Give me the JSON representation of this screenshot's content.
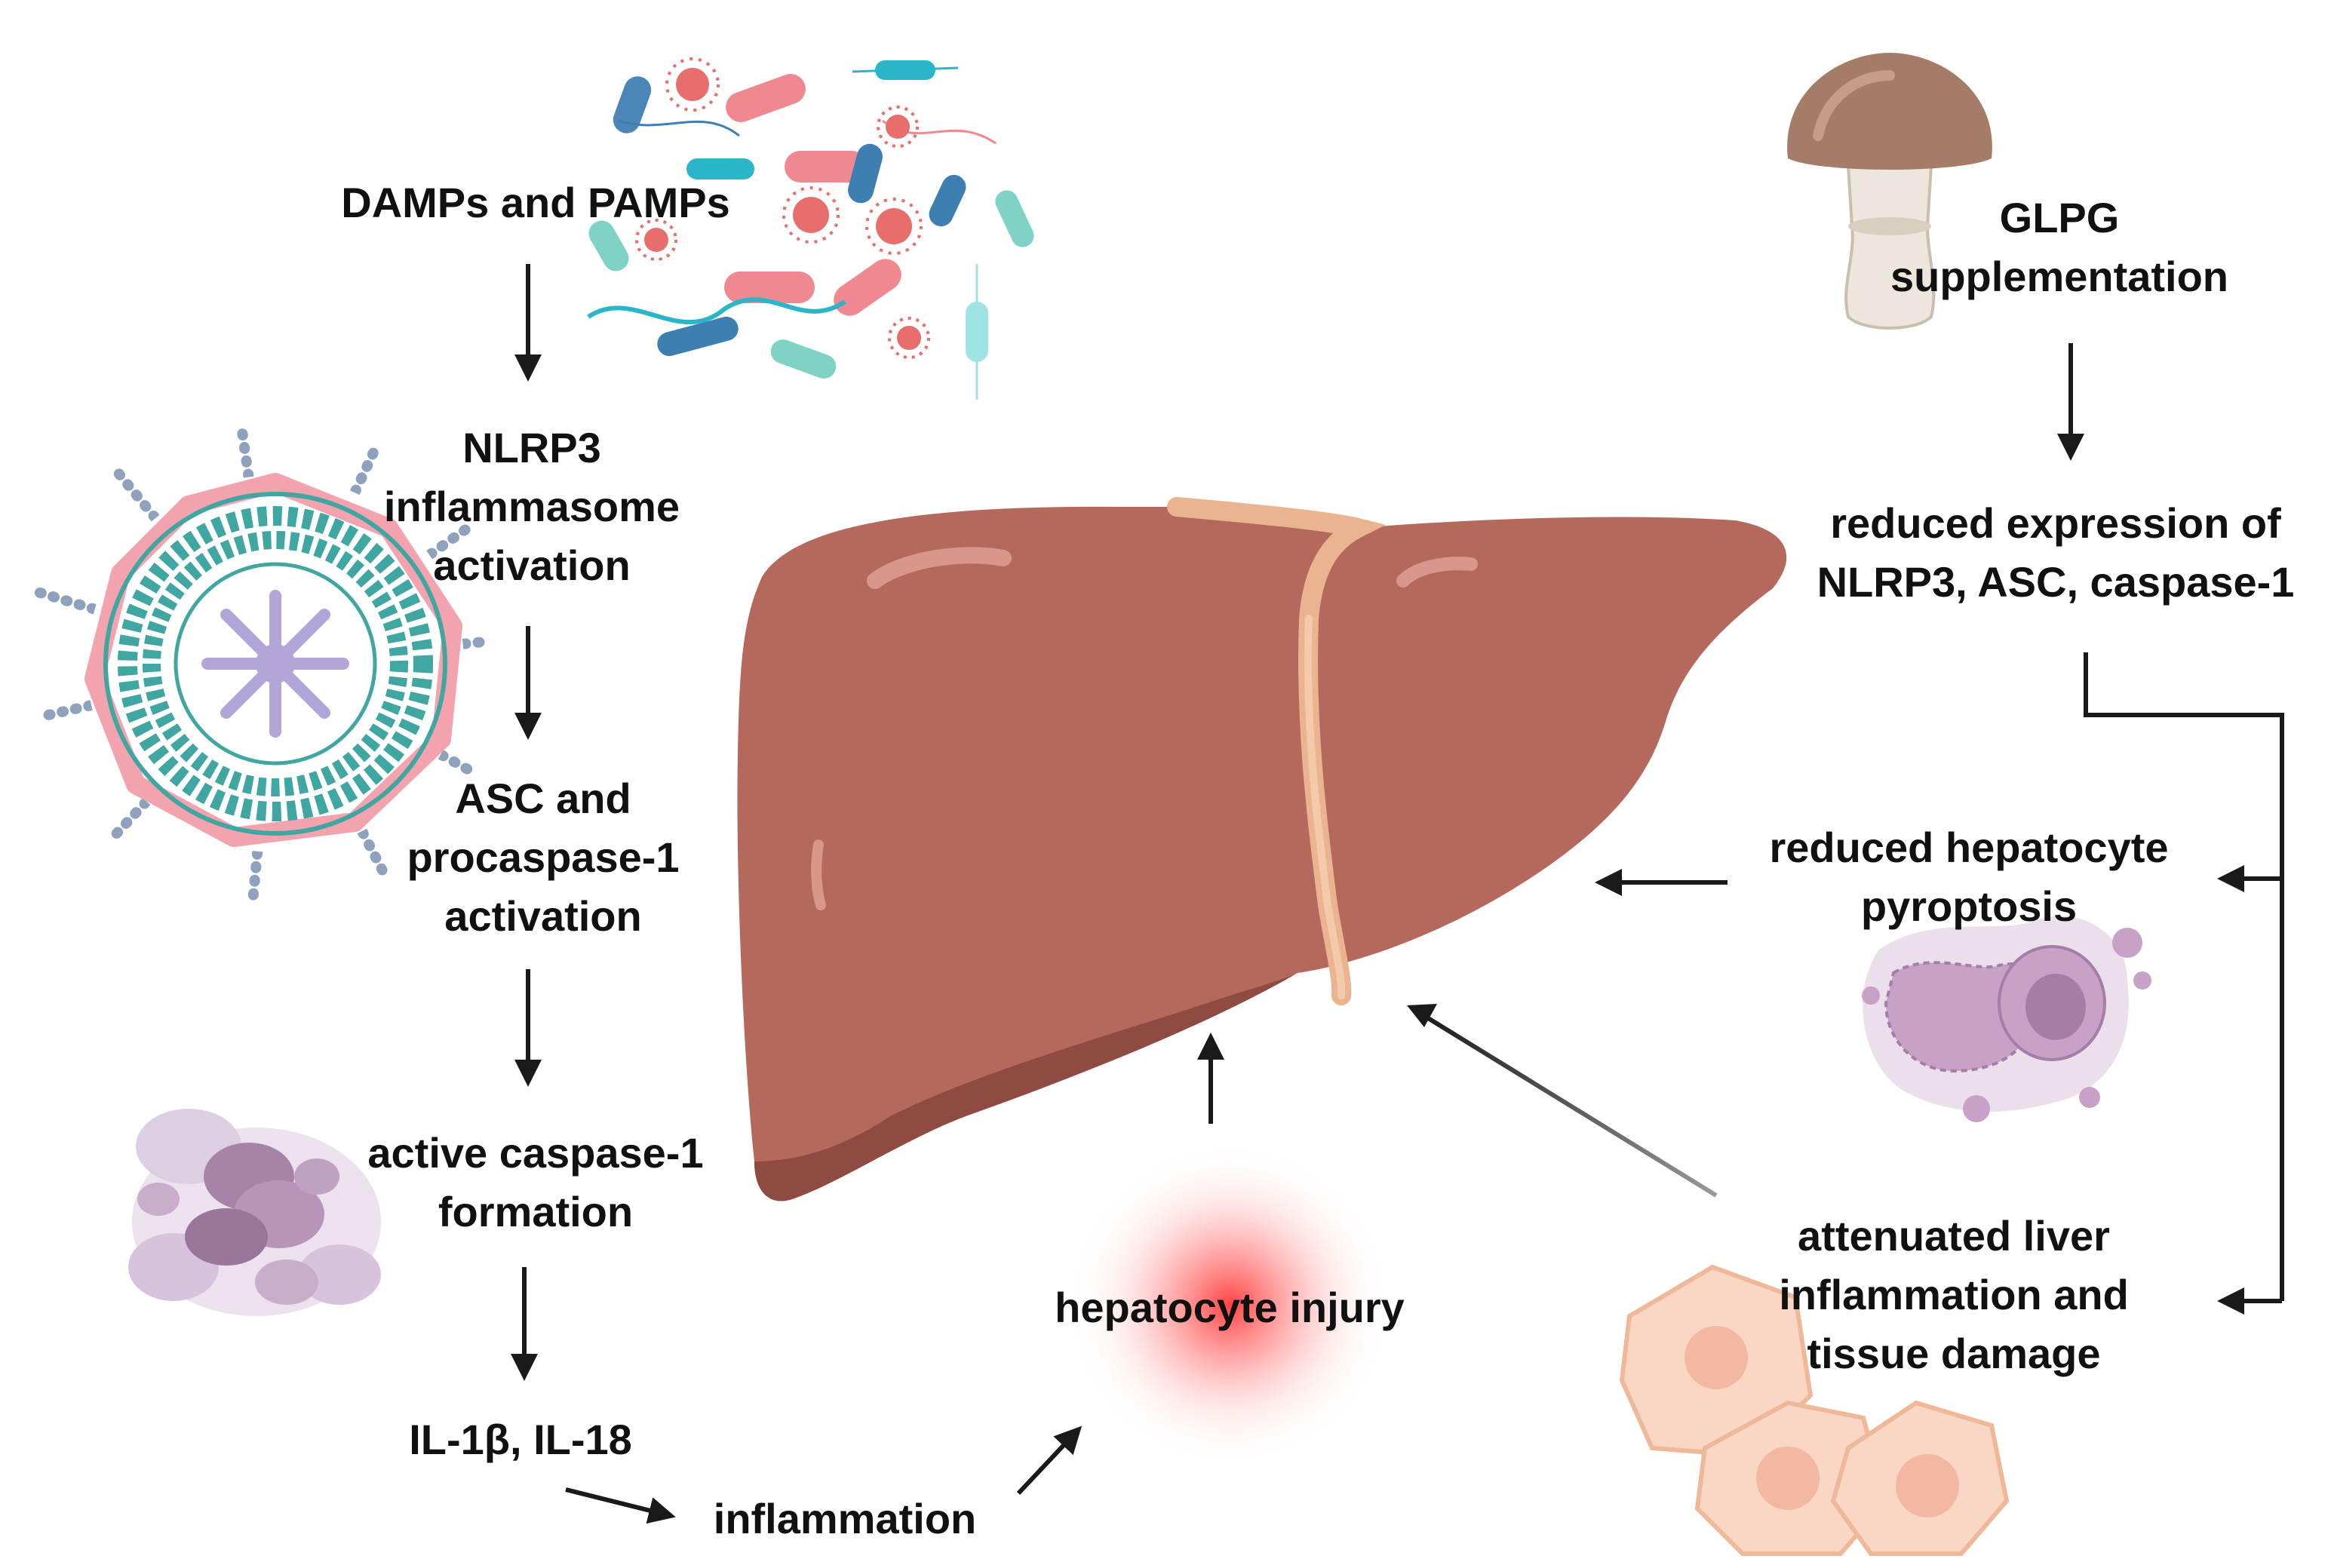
{
  "left_pathway": {
    "steps": [
      {
        "lines": [
          "DAMPs and PAMPs"
        ]
      },
      {
        "lines": [
          "NLRP3",
          "inflammasome",
          "activation"
        ]
      },
      {
        "lines": [
          "ASC and",
          "procaspase-1",
          "activation"
        ]
      },
      {
        "lines": [
          "active caspase-1",
          "formation"
        ]
      },
      {
        "lines": [
          "IL-1β, IL-18"
        ]
      },
      {
        "lines": [
          "inflammation"
        ]
      }
    ]
  },
  "center": {
    "injury_label": "hepatocyte injury"
  },
  "right_pathway": {
    "treatment": {
      "lines": [
        "GLPG",
        "supplementation"
      ]
    },
    "mechanism": {
      "lines": [
        "reduced expression of",
        "NLRP3, ASC, caspase-1"
      ]
    },
    "outcome_pyroptosis": {
      "lines": [
        "reduced hepatocyte",
        "pyroptosis"
      ]
    },
    "outcome_inflammation": {
      "lines": [
        "attenuated liver",
        "inflammation and",
        "tissue damage"
      ]
    }
  },
  "colors": {
    "liver": "#b5695d",
    "liver_dark": "#8f4a41",
    "ligament": "#e9b48f",
    "arrow": "#1a1a1a",
    "injury_glow": "#ff4a4a",
    "mushroom_cap": "#a57c68",
    "inflammasome_teal": "#3fa6a2",
    "inflammasome_pink": "#f3a3ad",
    "inflammasome_beads": "#8fa2bd",
    "pyroptotic_cell": "#c8a1c8",
    "hepatocyte_tissue": "#f7cbb5"
  },
  "icons": [
    "microbe-cluster-icon",
    "inflammasome-icon",
    "caspase-cell-icon",
    "mushroom-icon",
    "liver-icon",
    "pyroptotic-cell-icon",
    "hepatocyte-tissue-icon"
  ]
}
